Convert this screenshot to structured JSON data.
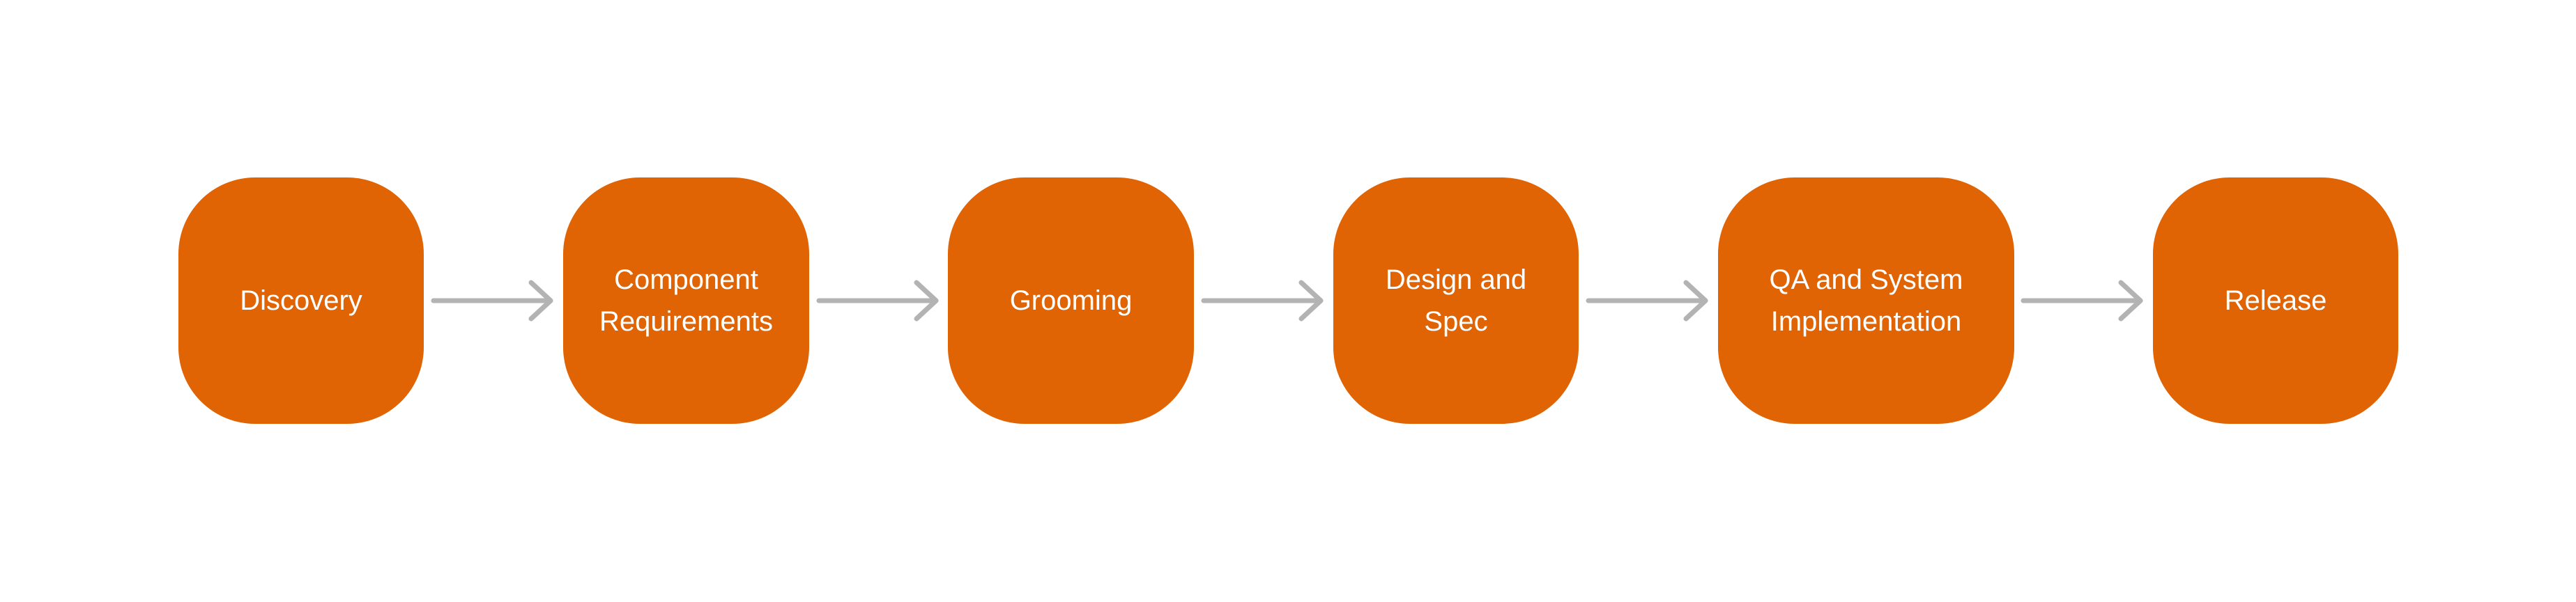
{
  "diagram": {
    "node_color": "#e06304",
    "label_color": "#ffffff",
    "connector_color": "#b3b3b3",
    "stages": [
      {
        "label": "Discovery"
      },
      {
        "label": "Component\nRequirements"
      },
      {
        "label": "Grooming"
      },
      {
        "label": "Design and\nSpec"
      },
      {
        "label": "QA and System\nImplementation"
      },
      {
        "label": "Release"
      }
    ],
    "connector_icon": "arrow-right-icon"
  }
}
